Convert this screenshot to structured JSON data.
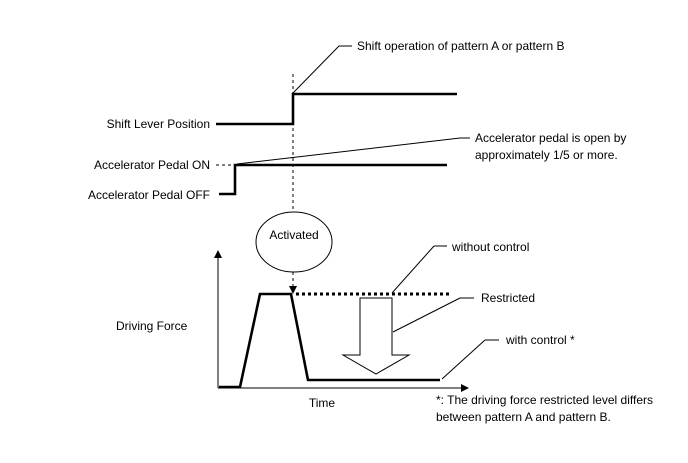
{
  "labels": {
    "shift_lever_position": "Shift Lever Position",
    "accel_on": "Accelerator Pedal ON",
    "accel_off": "Accelerator Pedal OFF",
    "driving_force": "Driving Force",
    "time": "Time",
    "activated": "Activated"
  },
  "callouts": {
    "shift_operation": "Shift operation of pattern A or pattern B",
    "accel_open_line1": "Accelerator pedal is open by",
    "accel_open_line2": "approximately 1/5 or more.",
    "without_control": "without control",
    "restricted": "Restricted",
    "with_control": "with control *"
  },
  "footnote": {
    "line1": "*: The driving force restricted level differs",
    "line2": "between pattern A and pattern B."
  }
}
